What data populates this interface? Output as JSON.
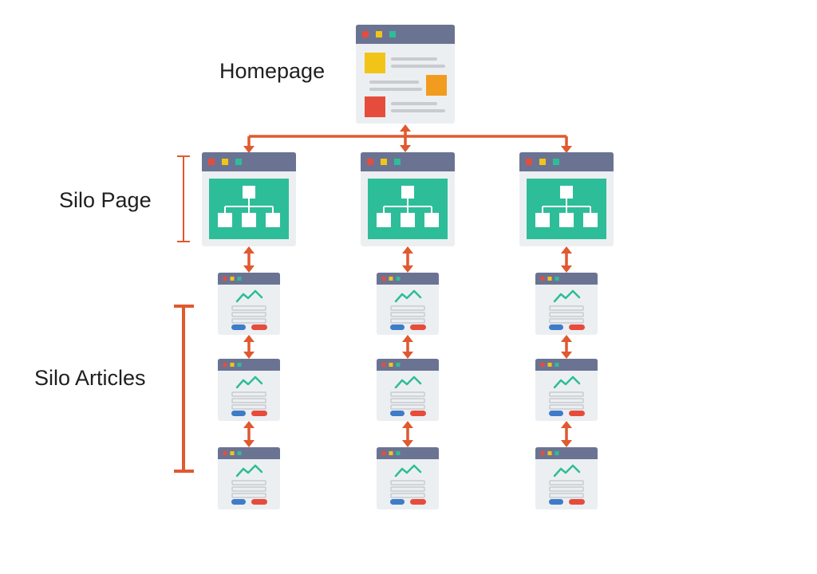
{
  "labels": {
    "homepage": "Homepage",
    "silo_page": "Silo Page",
    "silo_articles": "Silo Articles"
  },
  "structure": {
    "silo_columns": 3,
    "articles_per_silo": 3
  },
  "colors": {
    "connector": "#e0592f",
    "window_titlebar": "#6b7393",
    "window_body": "#eceff1",
    "silo_panel": "#2ebd99",
    "dot_red": "#e64c3c",
    "dot_yellow": "#f2c418",
    "dot_green": "#2ebd99",
    "home_yellow_block": "#f2c418",
    "home_orange_block": "#f29c1f",
    "home_red_block": "#e64c3c",
    "text_line": "#c8cbd0",
    "chart_line": "#2ebd99",
    "pill_blue": "#3e7cc8",
    "pill_red": "#e64c3c"
  }
}
